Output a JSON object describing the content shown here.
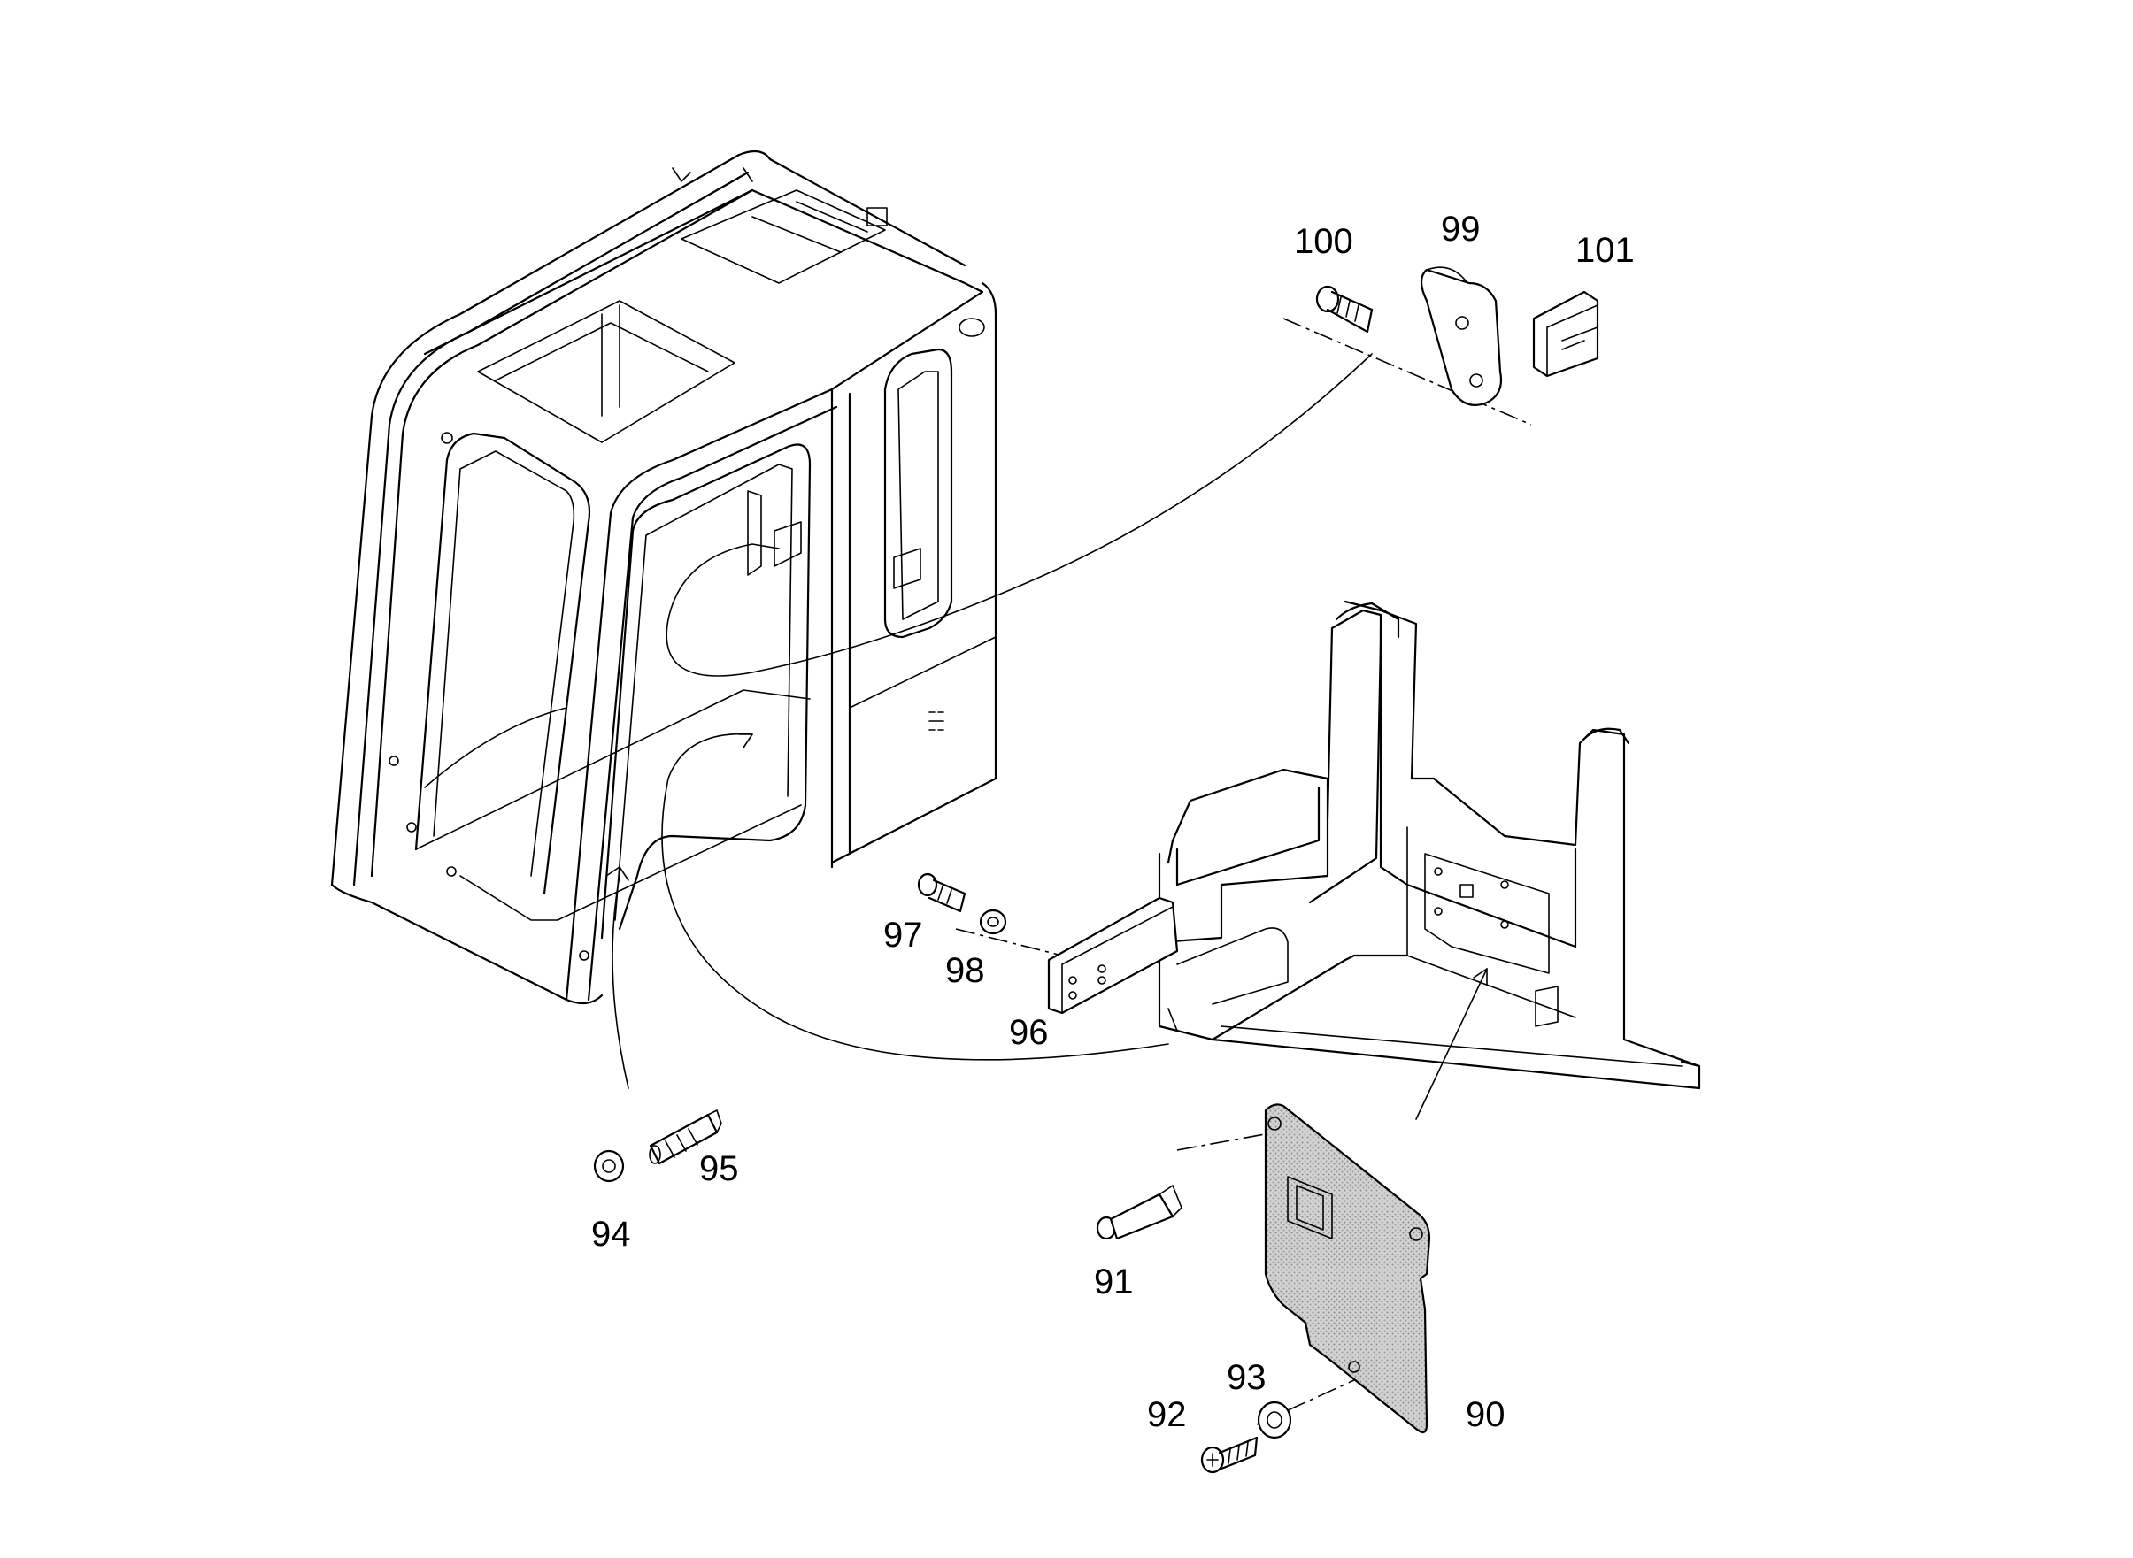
{
  "callouts": [
    {
      "id": "c100",
      "text": "100"
    },
    {
      "id": "c99",
      "text": "99"
    },
    {
      "id": "c101",
      "text": "101"
    },
    {
      "id": "c97",
      "text": "97"
    },
    {
      "id": "c98",
      "text": "98"
    },
    {
      "id": "c96",
      "text": "96"
    },
    {
      "id": "c95",
      "text": "95"
    },
    {
      "id": "c94",
      "text": "94"
    },
    {
      "id": "c91",
      "text": "91"
    },
    {
      "id": "c93",
      "text": "93"
    },
    {
      "id": "c92",
      "text": "92"
    },
    {
      "id": "c90",
      "text": "90"
    }
  ],
  "colors": {
    "line": "#000000",
    "background": "#ffffff",
    "panel_fill": "#c8c8c8"
  }
}
